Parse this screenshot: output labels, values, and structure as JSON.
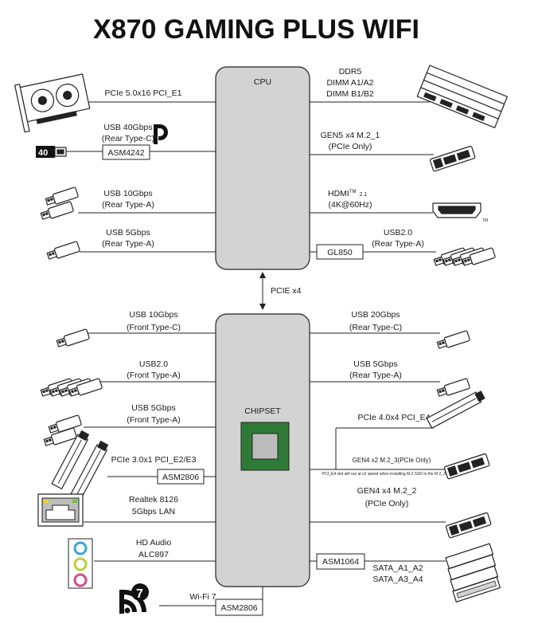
{
  "title": "X870 GAMING PLUS WIFI",
  "cpu": {
    "label": "CPU"
  },
  "chipset": {
    "label": "CHIPSET"
  },
  "link": {
    "label": "PCIE x4"
  },
  "cpu_left": {
    "pcie_gpu": "PCIe 5.0x16 PCI_E1",
    "usb40_l1": "USB 40Gbps",
    "usb40_l2": "(Rear Type-C)",
    "usb40_chip": "ASM4242",
    "usb40_badge": "40",
    "usb10_l1": "USB 10Gbps",
    "usb10_l2": "(Rear Type-A)",
    "usb5_l1": "USB 5Gbps",
    "usb5_l2": "(Rear Type-A)"
  },
  "cpu_right": {
    "ddr_l1": "DDR5",
    "ddr_l2": "DIMM A1/A2",
    "ddr_l3": "DIMM B1/B2",
    "m21_l1": "GEN5 x4 M.2_1",
    "m21_l2": "(PCIe Only)",
    "hdmi_l1": "HDMI",
    "hdmi_tm": "TM",
    "hdmi_ver": "2.1",
    "hdmi_l2": "(4K@60Hz)",
    "hdmi_logo_tm": "TM",
    "usb2_l1": "USB2.0",
    "usb2_l2": "(Rear Type-A)",
    "usb2_chip": "GL850"
  },
  "chipset_left": {
    "usb10f_l1": "USB 10Gbps",
    "usb10f_l2": "(Front Type-C)",
    "usb2f_l1": "USB2.0",
    "usb2f_l2": "(Front Type-A)",
    "usb5f_l1": "USB 5Gbps",
    "usb5f_l2": "(Front Type-A)",
    "pcie23": "PCIe 3.0x1 PCI_E2/E3",
    "pcie23_chip": "ASM2806",
    "lan_l1": "Realtek 8126",
    "lan_l2": "5Gbps LAN",
    "audio_l1": "HD Audio",
    "audio_l2": "ALC897",
    "wifi_l1": "Wi-Fi 7",
    "wifi_chip": "ASM2806",
    "wifi_badge": "7"
  },
  "chipset_right": {
    "usb20r_l1": "USB 20Gbps",
    "usb20r_l2": "(Rear Type-C)",
    "usb5r_l1": "USB 5Gbps",
    "usb5r_l2": "(Rear Type-A)",
    "pcie4": "PCIe 4.0x4 PCI_E4",
    "m23": "GEN4 x2 M.2_3(PCIe Only)",
    "m23_note": "PCI_E4 slot will run at x2 speed when installing M.2 SSD in the M.2_3 slot",
    "m22_l1": "GEN4 x4 M.2_2",
    "m22_l2": "(PCIe Only)",
    "sata_chip": "ASM1064",
    "sata_l1": "SATA_A1_A2",
    "sata_l2": "SATA_A3_A4"
  },
  "colors": {
    "block_fill": "#d4d3d3",
    "chipset_green": "#2f7a37",
    "chip_die": "#bcbcbc",
    "audio_blue": "#38a7d9",
    "audio_green": "#b8cf3a",
    "audio_pink": "#d24b8e"
  },
  "icons": [
    "graphics-card-icon",
    "displayport-icon",
    "thunderbolt-40-icon",
    "usb-stick-icon",
    "dimm-icon",
    "m2-ssd-icon",
    "hdmi-port-icon",
    "pcie-slot-icon",
    "ethernet-port-icon",
    "audio-jack-icon",
    "wifi7-icon",
    "sata-drive-icon"
  ]
}
